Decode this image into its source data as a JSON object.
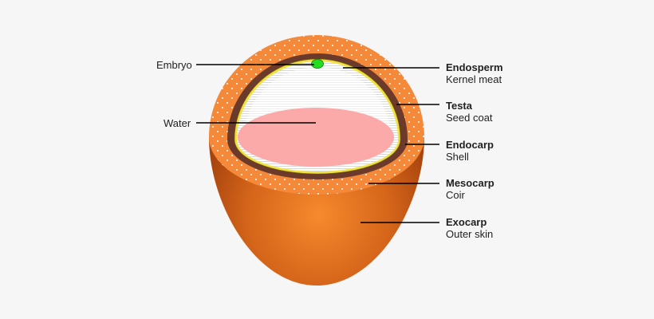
{
  "labels": {
    "embryo": "Embryo",
    "water": "Water",
    "endosperm": {
      "name": "Endosperm",
      "desc": "Kernel meat"
    },
    "testa": {
      "name": "Testa",
      "desc": "Seed coat"
    },
    "endocarp": {
      "name": "Endocarp",
      "desc": "Shell"
    },
    "mesocarp": {
      "name": "Mesocarp",
      "desc": "Coir"
    },
    "exocarp": {
      "name": "Exocarp",
      "desc": "Outer skin"
    }
  },
  "colors": {
    "background": "#f6f6f6",
    "exocarp_light": "#f7892d",
    "exocarp_dark": "#b84a0d",
    "mesocarp": "#f5893a",
    "endocarp": "#6b3a2a",
    "testa": "#f0e23a",
    "endosperm": "#ffffff",
    "water": "#fca9a9",
    "embryo": "#22dd22",
    "leader": "#000000"
  }
}
